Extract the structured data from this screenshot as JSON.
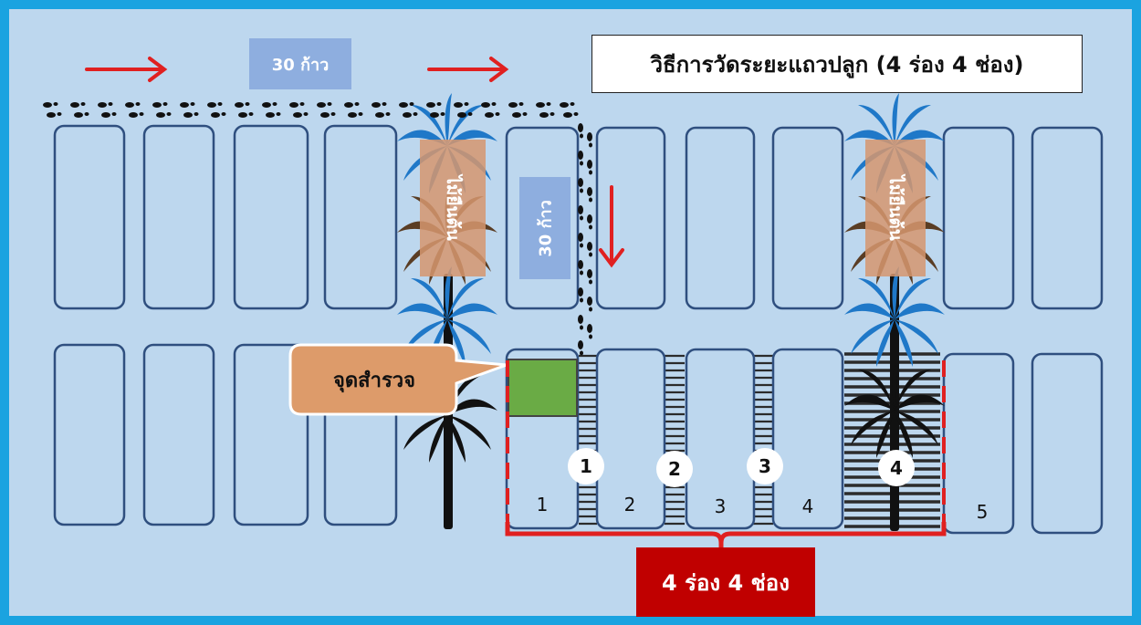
{
  "title": "วิธีการวัดระยะแถวปลูก (4 ร่อง 4 ช่อง)",
  "step_label_horizontal": "30 ก้าว",
  "step_label_vertical": "30 ก้าว",
  "palm_label_1": "ไม้ยืนต้น",
  "palm_label_2": "ไม้ยืนต้น",
  "survey_point_label": "จุดสำรวจ",
  "result_label": "4 ร่อง 4 ช่อง",
  "bed_numbers": [
    "1",
    "2",
    "3",
    "4",
    "5"
  ],
  "gap_numbers": [
    "1",
    "2",
    "3",
    "4"
  ],
  "colors": {
    "frame": "#1aa3e0",
    "background": "#bdd7ee",
    "bed_outline": "#2f4f7f",
    "arrow": "#e02020",
    "footprint": "#111111",
    "survey_square": "#6aab45",
    "bracket": "#e02020",
    "result_box": "#c00000",
    "palm_blue": "#1f78c8",
    "palm_black": "#111111"
  },
  "icons": [
    "right-arrow-icon",
    "down-arrow-icon",
    "footprint-icon",
    "palm-tree-icon"
  ]
}
